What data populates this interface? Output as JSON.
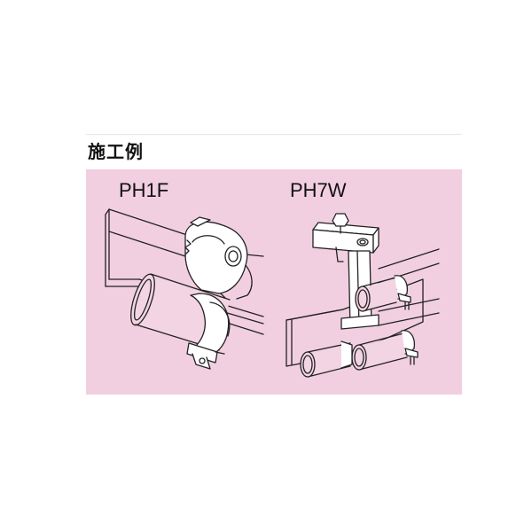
{
  "section": {
    "title": "施工例"
  },
  "examples": [
    {
      "label": "PH1F"
    },
    {
      "label": "PH7W"
    }
  ],
  "colors": {
    "panel_background": "#f1cfe0",
    "line": "#222222",
    "fitting_fill": "#ffffff",
    "pipe_fill": "#f3d4e3"
  }
}
